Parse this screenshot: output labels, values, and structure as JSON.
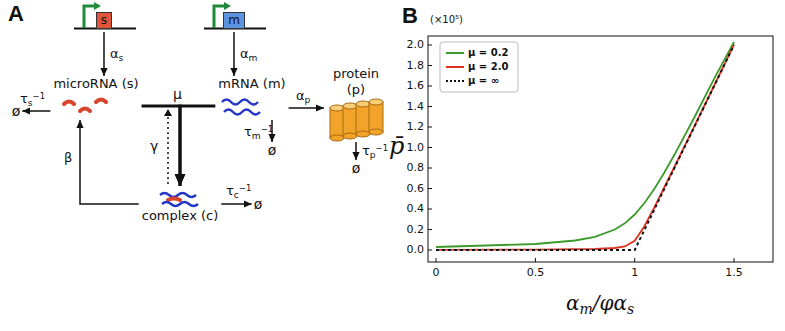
{
  "diagram": {
    "nodes": [
      {
        "text": [
          "s"
        ]
      },
      {
        "text": [
          "m"
        ]
      },
      {
        "text": [
          "microRNA (s)"
        ]
      },
      {
        "text": [
          "mRNA (m)"
        ]
      },
      {
        "text": [
          "protein (p)"
        ]
      },
      {
        "text": [
          "ø"
        ]
      },
      {
        "text": [
          "ø"
        ]
      },
      {
        "text": [
          "ø"
        ]
      },
      {
        "text": [
          "complex (c)"
        ]
      },
      {
        "text": [
          "ø"
        ]
      }
    ],
    "edges": [
      {
        "from": 0,
        "to": 2,
        "arrow": "to",
        "label": "αs"
      },
      {
        "from": 1,
        "to": 3,
        "arrow": "to",
        "label": "αm"
      },
      {
        "from": 2,
        "to": 5,
        "arrow": "to",
        "label": "τs−1"
      },
      {
        "from": 2,
        "to": 8,
        "arrow": "to"
      },
      {
        "from": 3,
        "to": 8,
        "arrow": "to"
      },
      {
        "from": 3,
        "to": 6,
        "arrow": "to",
        "label": "τm−1"
      },
      {
        "from": 3,
        "to": 4,
        "arrow": "to",
        "label": "αp"
      },
      {
        "from": 4,
        "to": 7,
        "arrow": "to",
        "label": "τp−1"
      },
      {
        "from": 8,
        "to": 2,
        "arrow": "to",
        "label": "β"
      },
      {
        "from": 8,
        "to": 9,
        "arrow": "to",
        "label": "τc−1"
      }
    ],
    "labels": [
      "A",
      "μ",
      "γ",
      "B",
      "(×10⁵)",
      "2.0",
      "1.8",
      "1.6",
      "1.4",
      "1.2",
      "1.0",
      "0.8",
      "0.6",
      "0.4",
      "0.2",
      "0.0",
      "p̄",
      "0",
      "0.5",
      "1",
      "1.5",
      "αm/φαs"
    ],
    "legend": [
      {
        "text": "μ = 0.2"
      },
      {
        "text": "μ = 2.0"
      },
      {
        "text": "μ = ∞"
      }
    ]
  }
}
